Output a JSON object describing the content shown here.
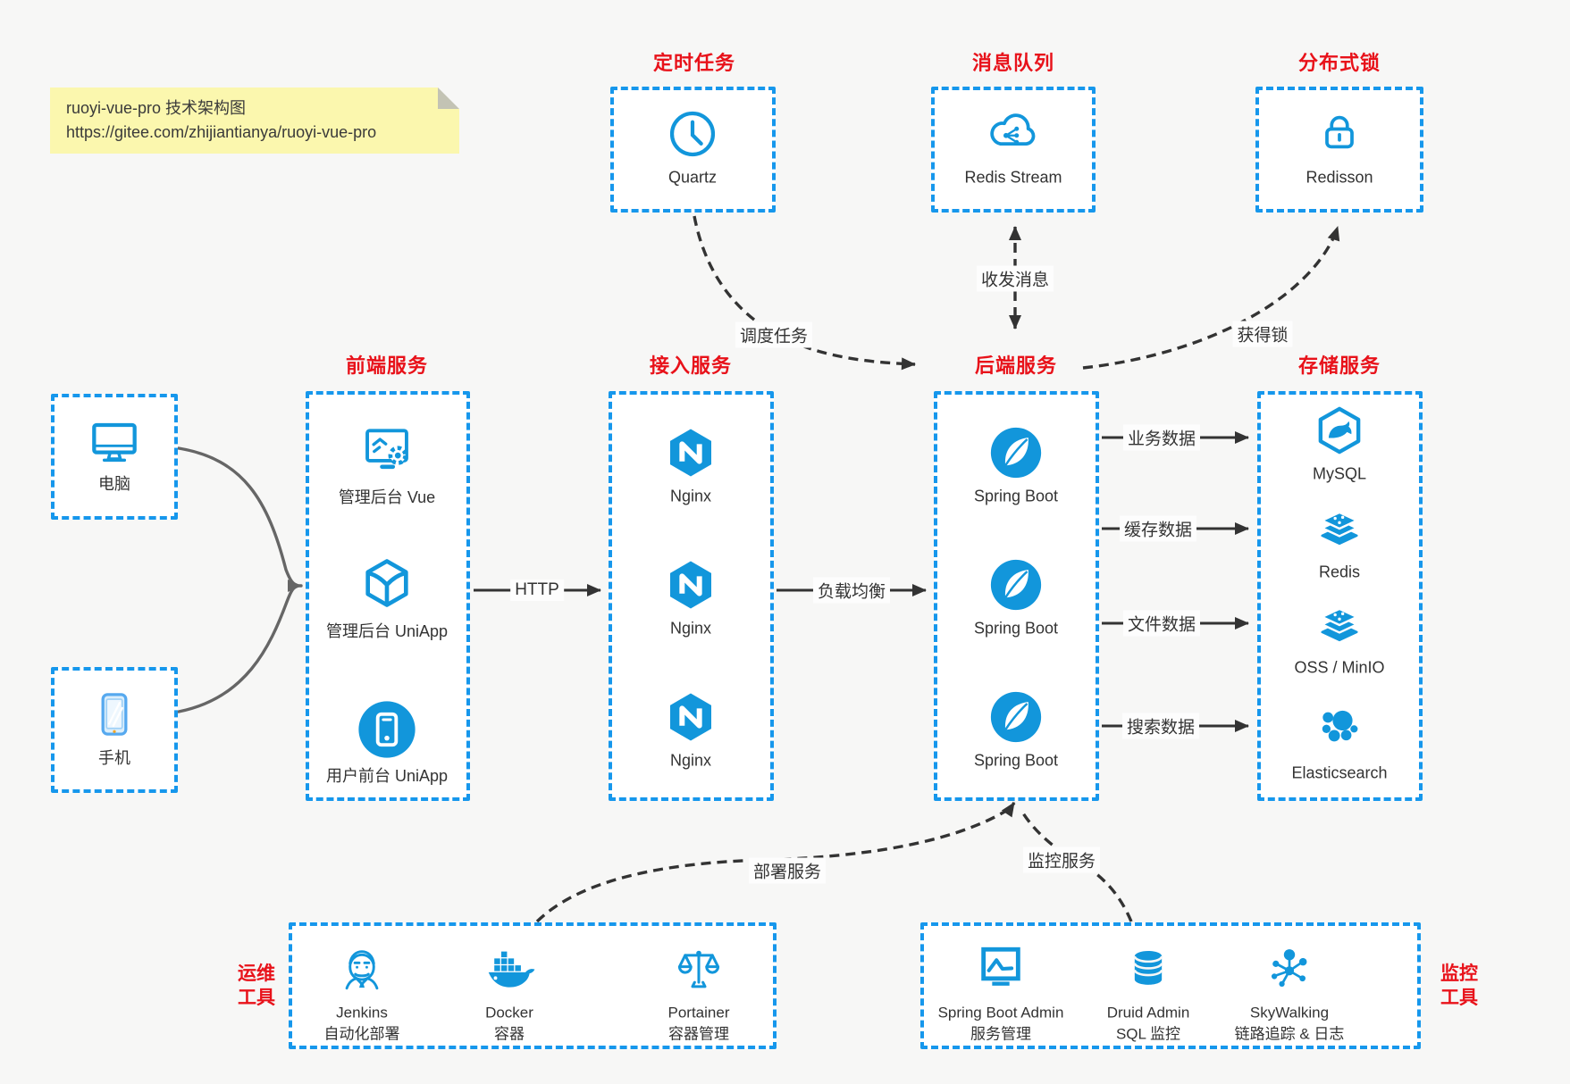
{
  "note": {
    "line1": "ruoyi-vue-pro 技术架构图",
    "line2": "https://gitee.com/zhijiantianya/ruoyi-vue-pro"
  },
  "colors": {
    "accent_blue": "#1697ec",
    "icon_blue": "#1296db",
    "title_red": "#e8121a",
    "note_yellow": "#fbf7ae",
    "arrow_dark": "#333333",
    "arrow_gray": "#666666"
  },
  "top_groups": [
    {
      "title": "定时任务",
      "item": {
        "label": "Quartz",
        "icon": "clock-icon"
      }
    },
    {
      "title": "消息队列",
      "item": {
        "label": "Redis Stream",
        "icon": "cloud-mq-icon"
      }
    },
    {
      "title": "分布式锁",
      "item": {
        "label": "Redisson",
        "icon": "lock-icon"
      }
    }
  ],
  "clients": [
    {
      "label": "电脑",
      "icon": "desktop-icon"
    },
    {
      "label": "手机",
      "icon": "mobile-icon"
    }
  ],
  "columns": {
    "frontend": {
      "title": "前端服务",
      "items": [
        {
          "label": "管理后台 Vue",
          "icon": "admin-vue-icon"
        },
        {
          "label": "管理后台 UniApp",
          "icon": "uniapp-cube-icon"
        },
        {
          "label": "用户前台 UniApp",
          "icon": "user-app-icon"
        }
      ]
    },
    "gateway": {
      "title": "接入服务",
      "items": [
        {
          "label": "Nginx",
          "icon": "nginx-icon"
        },
        {
          "label": "Nginx",
          "icon": "nginx-icon"
        },
        {
          "label": "Nginx",
          "icon": "nginx-icon"
        }
      ]
    },
    "backend": {
      "title": "后端服务",
      "items": [
        {
          "label": "Spring Boot",
          "icon": "spring-boot-icon"
        },
        {
          "label": "Spring Boot",
          "icon": "spring-boot-icon"
        },
        {
          "label": "Spring Boot",
          "icon": "spring-boot-icon"
        }
      ]
    },
    "storage": {
      "title": "存储服务",
      "items": [
        {
          "label": "MySQL",
          "icon": "mysql-icon"
        },
        {
          "label": "Redis",
          "icon": "redis-stack-icon"
        },
        {
          "label": "OSS / MinIO",
          "icon": "oss-stack-icon"
        },
        {
          "label": "Elasticsearch",
          "icon": "elasticsearch-icon"
        }
      ]
    }
  },
  "edges": {
    "http": "HTTP",
    "load_balance": "负载均衡",
    "schedule": "调度任务",
    "message": "收发消息",
    "lock": "获得锁",
    "business_data": "业务数据",
    "cache_data": "缓存数据",
    "file_data": "文件数据",
    "search_data": "搜索数据",
    "deploy": "部署服务",
    "monitor": "监控服务"
  },
  "ops": {
    "side_label": [
      "运维",
      "工具"
    ],
    "items": [
      {
        "name": "Jenkins",
        "desc": "自动化部署",
        "icon": "jenkins-icon"
      },
      {
        "name": "Docker",
        "desc": "容器",
        "icon": "docker-icon"
      },
      {
        "name": "Portainer",
        "desc": "容器管理",
        "icon": "portainer-icon"
      }
    ]
  },
  "monitoring": {
    "side_label": [
      "监控",
      "工具"
    ],
    "items": [
      {
        "name": "Spring Boot Admin",
        "desc": "服务管理",
        "icon": "spring-admin-icon"
      },
      {
        "name": "Druid Admin",
        "desc": "SQL 监控",
        "icon": "druid-icon"
      },
      {
        "name": "SkyWalking",
        "desc": "链路追踪 & 日志",
        "icon": "skywalking-icon"
      }
    ]
  }
}
